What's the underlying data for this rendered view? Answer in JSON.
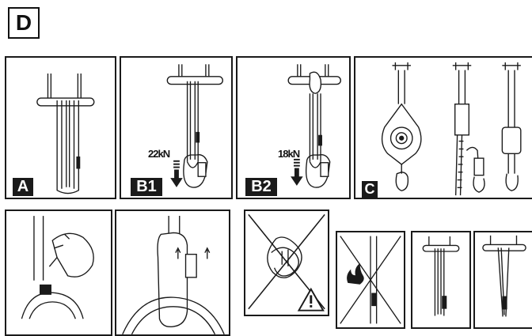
{
  "header": {
    "section_letter": "D"
  },
  "panels": {
    "a": {
      "label": "A"
    },
    "b1": {
      "label": "B1",
      "force": "22kN"
    },
    "b2": {
      "label": "B2",
      "force": "18kN"
    },
    "c": {
      "label": "C"
    }
  },
  "icons": {
    "arrow": "down-arrow-icon",
    "warning": "warning-triangle-icon",
    "prohibited": "cross-out-icon",
    "fire": "flame-icon"
  },
  "colors": {
    "ink": "#1a1a1a",
    "paper": "#ffffff"
  }
}
